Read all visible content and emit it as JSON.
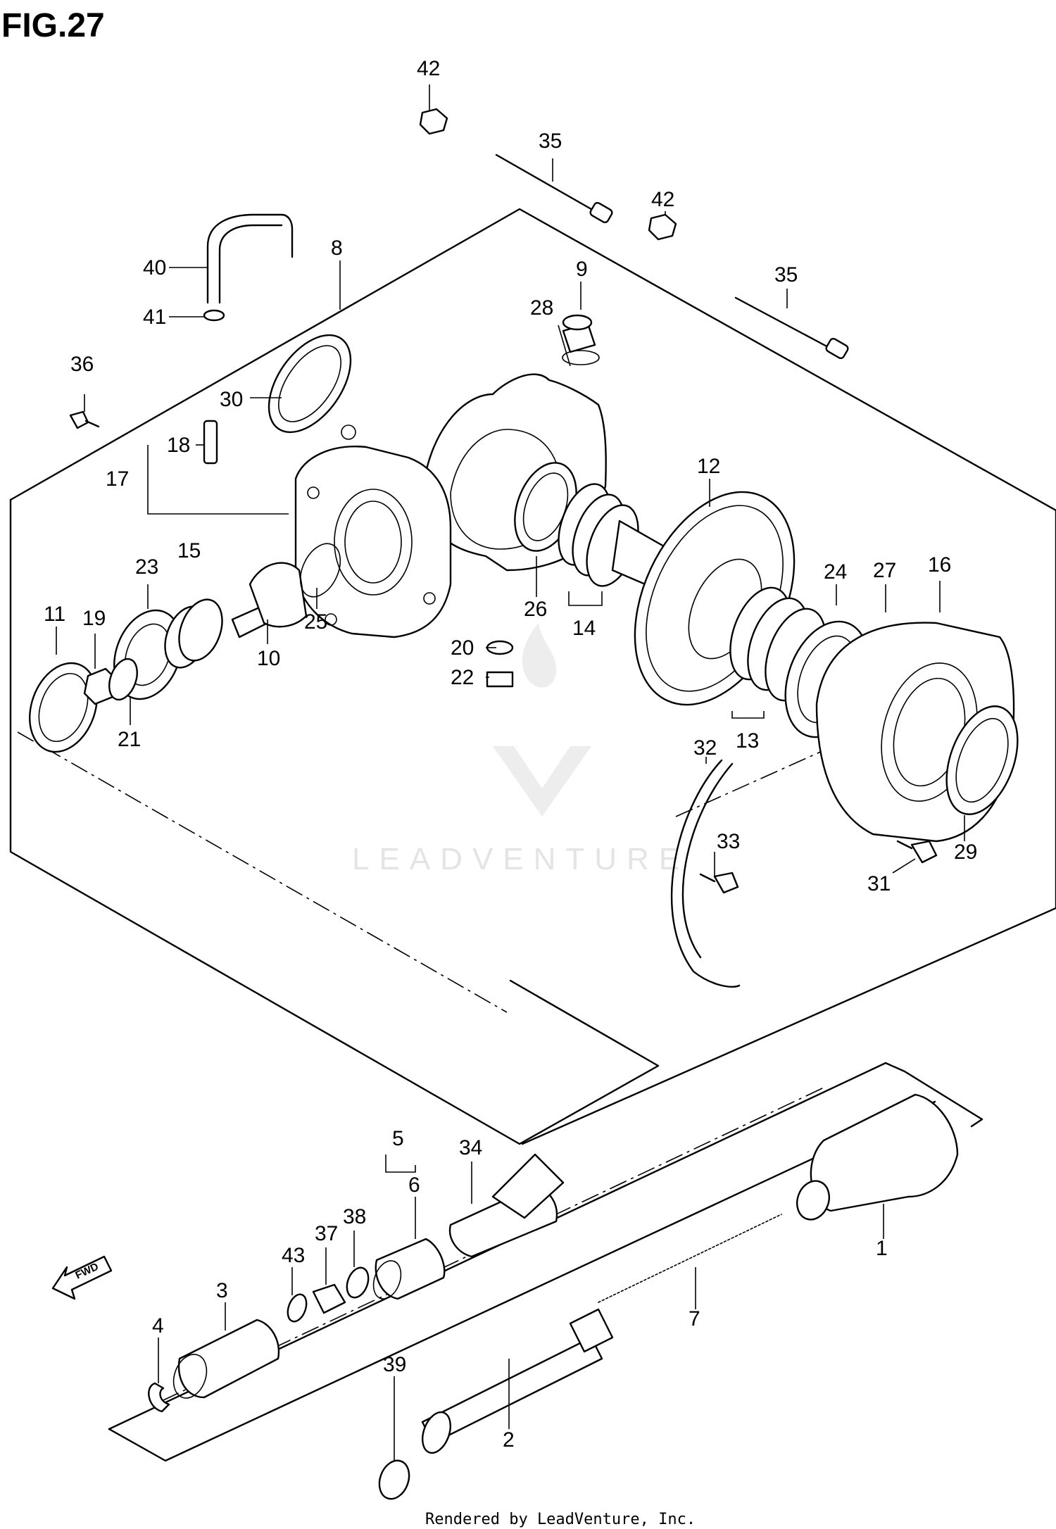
{
  "figure": {
    "title": "FIG.27",
    "credit": "Rendered by LeadVenture, Inc.",
    "watermark": "LEADVENTURE",
    "fwd_label": "FWD"
  },
  "callouts": [
    "1",
    "2",
    "3",
    "4",
    "5",
    "6",
    "7",
    "8",
    "9",
    "10",
    "11",
    "12",
    "13",
    "14",
    "15",
    "16",
    "17",
    "18",
    "19",
    "20",
    "21",
    "22",
    "23",
    "24",
    "25",
    "26",
    "27",
    "28",
    "29",
    "30",
    "31",
    "32",
    "33",
    "34",
    "35",
    "35",
    "36",
    "37",
    "38",
    "39",
    "40",
    "41",
    "42",
    "42",
    "43"
  ]
}
